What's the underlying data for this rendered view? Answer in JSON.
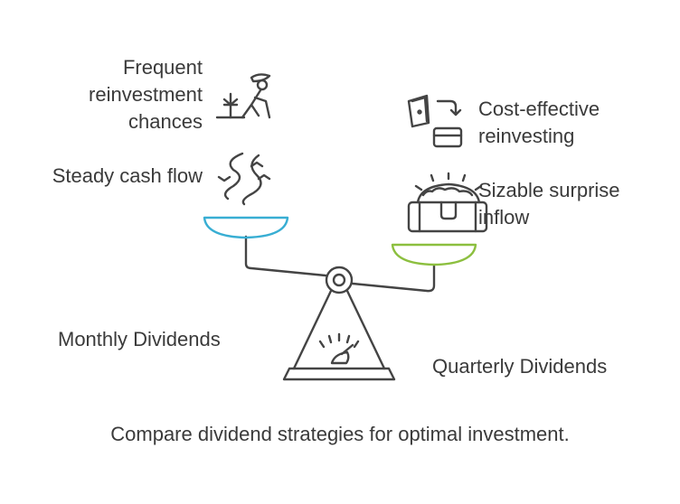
{
  "left": {
    "title": "Monthly Dividends",
    "benefits": [
      {
        "lines": [
          "Frequent",
          "reinvestment",
          "chances"
        ],
        "icon": "farmer-planting-icon"
      },
      {
        "lines": [
          "Steady cash flow"
        ],
        "icon": "river-stream-icon"
      }
    ],
    "pan_color": "#38aed3"
  },
  "right": {
    "title": "Quarterly Dividends",
    "benefits": [
      {
        "lines": [
          "Cost-effective",
          "reinvesting"
        ],
        "icon": "wallet-reinvest-icon"
      },
      {
        "lines": [
          "Sizable surprise",
          "inflow"
        ],
        "icon": "treasure-chest-icon"
      }
    ],
    "pan_color": "#8cbf3f"
  },
  "caption": "Compare dividend strategies for optimal investment."
}
